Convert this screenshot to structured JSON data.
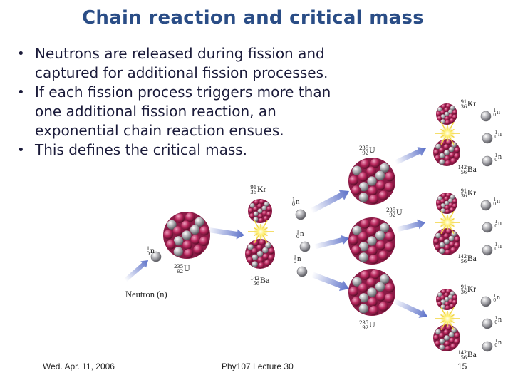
{
  "slide": {
    "title": "Chain reaction and critical mass",
    "bullets": [
      "Neutrons are released during fission and captured for additional fission processes.",
      "If each fission process triggers more than one additional fission reaction, an exponential chain reaction ensues.",
      "This defines the critical mass."
    ],
    "footer": {
      "date": "Wed. Apr. 11, 2006",
      "course": "Phy107 Lecture 30",
      "page": "15"
    }
  },
  "diagram": {
    "labels": {
      "neutron": "Neutron (n)",
      "uranium": {
        "mass": "235",
        "number": "92",
        "symbol": "U"
      },
      "krypton": {
        "mass": "91",
        "number": "36",
        "symbol": "Kr"
      },
      "barium": {
        "mass": "142",
        "number": "56",
        "symbol": "Ba"
      },
      "free_neutron": {
        "mass": "1",
        "number": "0",
        "symbol": "n"
      }
    },
    "colors": {
      "proton": "#b5245a",
      "neutron": "#a9a9ae",
      "arrow": "#5a6fc8",
      "flash": "#f2d43a",
      "title": "#2a4d86"
    }
  }
}
